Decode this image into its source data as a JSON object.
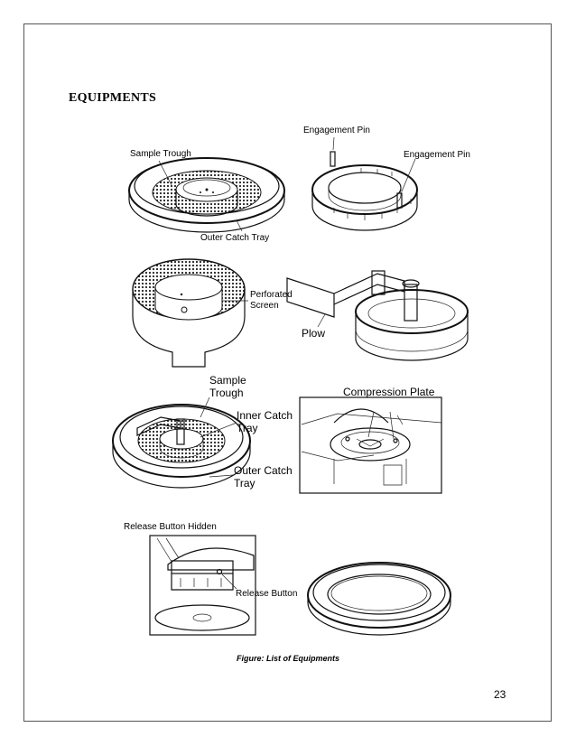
{
  "heading": "EQUIPMENTS",
  "labels": {
    "sample_trough": "Sample Trough",
    "outer_catch_tray": "Outer Catch Tray",
    "engagement_pin_top": "Engagement Pin",
    "engagement_pin_right": "Engagement Pin",
    "perforated_screen_1": "Perforated",
    "perforated_screen_2": "Screen",
    "plow": "Plow",
    "sample_trough_2a": "Sample",
    "sample_trough_2b": "Trough",
    "inner_catch_tray_a": "Inner Catch",
    "inner_catch_tray_b": "Tray",
    "outer_catch_tray_2a": "Outer Catch",
    "outer_catch_tray_2b": "Tray",
    "compression_plate": "Compression Plate",
    "release_button_hidden": "Release Button Hidden",
    "release_button": "Release Button"
  },
  "caption": "Figure: List of Equipments",
  "page_number": "23"
}
